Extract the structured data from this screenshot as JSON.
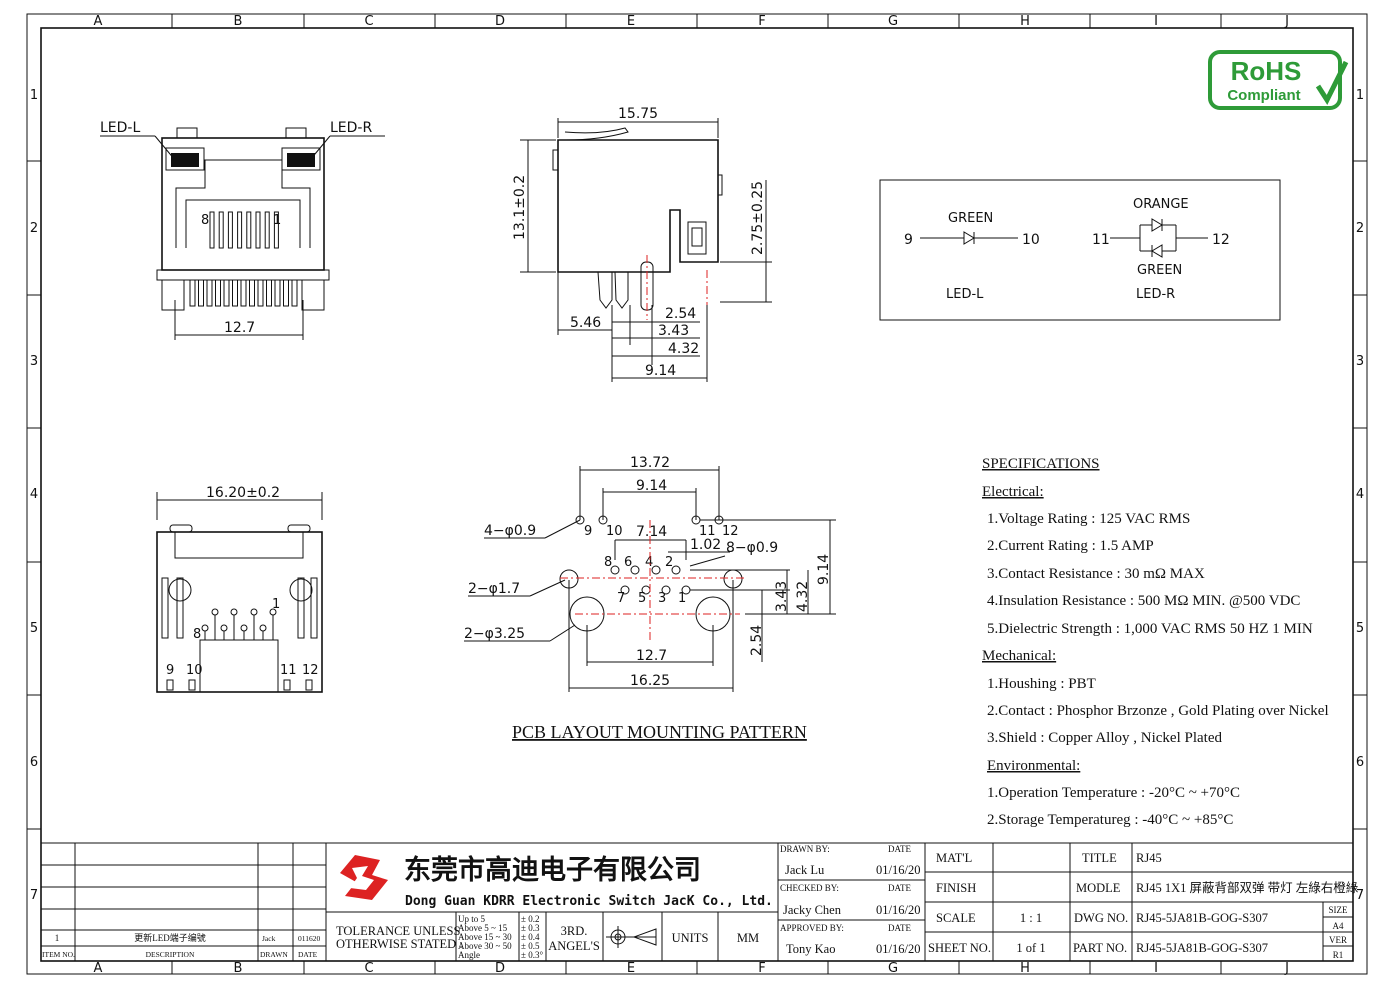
{
  "frame": {
    "col_letters": [
      "A",
      "B",
      "C",
      "D",
      "E",
      "F",
      "G",
      "H",
      "I",
      "J"
    ],
    "row_numbers": [
      "1",
      "2",
      "3",
      "4",
      "5",
      "6",
      "7"
    ]
  },
  "logo": {
    "rohs_top": "RoHS",
    "rohs_bottom": "Compliant"
  },
  "front_view": {
    "led_left": "LED-L",
    "led_right": "LED-R",
    "pin_8": "8",
    "pin_1": "1",
    "width_dim": "12.7"
  },
  "side_view": {
    "top_dim": "15.75",
    "height_dim": "13.1±0.2",
    "offset_dim": "2.75±0.25",
    "dim_546": "5.46",
    "dim_254": "2.54",
    "dim_343": "3.43",
    "dim_432": "4.32",
    "dim_914": "9.14"
  },
  "led_circuit": {
    "left_color": "GREEN",
    "left_pin_a": "9",
    "left_pin_b": "10",
    "left_label": "LED-L",
    "right_color_top": "ORANGE",
    "right_color_bottom": "GREEN",
    "right_pin_a": "11",
    "right_pin_b": "12",
    "right_label": "LED-R"
  },
  "bottom_view": {
    "width_dim": "16.20±0.2",
    "pin_1": "1",
    "pin_8": "8",
    "pin_9": "9",
    "pin_10": "10",
    "pin_11": "11",
    "pin_12": "12"
  },
  "pcb_layout": {
    "dim_1372": "13.72",
    "dim_914_top": "9.14",
    "dim_714": "7.14",
    "dim_102": "1.02",
    "hole_4_label": "4−φ0.9",
    "hole_8_label": "8−φ0.9",
    "hole_17_label": "2−φ1.7",
    "hole_325_label": "2−φ3.25",
    "dim_343": "3.43",
    "dim_432": "4.32",
    "dim_914_side": "9.14",
    "dim_254": "2.54",
    "dim_127": "12.7",
    "dim_1625": "16.25",
    "pins_top": [
      "8",
      "6",
      "4",
      "2"
    ],
    "pins_bottom": [
      "7",
      "5",
      "3",
      "1"
    ],
    "led_pins": [
      "9",
      "10",
      "11",
      "12"
    ],
    "title": "PCB LAYOUT MOUNTING PATTERN"
  },
  "specifications": {
    "heading": "SPECIFICATIONS",
    "electrical": "Electrical:",
    "e1": "1.Voltage Rating : 125 VAC RMS",
    "e2": "2.Current Rating : 1.5 AMP",
    "e3": "3.Contact Resistance : 30 mΩ MAX",
    "e4": "4.Insulation Resistance : 500 MΩ MIN. @500 VDC",
    "e5": "5.Dielectric Strength : 1,000 VAC RMS 50 HZ  1 MIN",
    "mechanical": "Mechanical:",
    "m1": "1.Houshing : PBT",
    "m2": "2.Contact : Phosphor Brzonze , Gold Plating over Nickel",
    "m3": "3.Shield : Copper Alloy , Nickel Plated",
    "environmental": "Environmental:",
    "v1": "1.Operation Temperature : -20°C ~ +70°C",
    "v2": "2.Storage Temperatureg : -40°C ~ +85°C"
  },
  "title_block": {
    "company_cn": "东莞市高迪电子有限公司",
    "company_en": "Dong Guan KDRR  Electronic Switch JacK Co., Ltd.",
    "rev_no": "1",
    "rev_desc": "更新LED端子编號",
    "rev_drawn": "Jack",
    "rev_date": "011620",
    "h_item": "ITEM NO.",
    "h_desc": "DESCRIPTION",
    "h_drawn": "DRAWN",
    "h_date": "DATE",
    "tol_line1": "TOLERANCE UNLESS",
    "tol_line2": "OTHERWISE STATED :",
    "tol_r1": "Up  to 5",
    "tol_r2": "Above 5  ~ 15",
    "tol_r3": "Above 15 ~ 30",
    "tol_r4": "Above 30 ~ 50",
    "tol_r5": "Angle",
    "tol_v1": "± 0.2",
    "tol_v2": "± 0.3",
    "tol_v3": "± 0.4",
    "tol_v4": "± 0.5",
    "tol_v5": "± 0.3°",
    "angle1": "3RD.",
    "angle2": "ANGEL'S",
    "units": "UNITS",
    "mm": "MM",
    "drawn_by": "DRAWN BY:",
    "drawn_name": "Jack  Lu",
    "checked_by": "CHECKED BY:",
    "checked_name": "Jacky Chen",
    "approved_by": "APPROVED BY:",
    "approved_name": "Tony Kao",
    "date_h": "DATE",
    "date1": "01/16/20",
    "date2": "01/16/20",
    "date3": "01/16/20",
    "matl": "MAT'L",
    "finish": "FINISH",
    "scale": "SCALE",
    "scale_val": "1 : 1",
    "sheet": "SHEET NO.",
    "sheet_val": "1 of 1",
    "title_h": "TITLE",
    "title_val": "RJ45",
    "model_h": "MODLE",
    "model_val": "RJ45 1X1 屏蔽背部双弹 带灯 左綠右橙綠",
    "dwg_h": "DWG NO.",
    "dwg_val": "RJ45-5JA81B-GOG-S307",
    "part_h": "PART NO.",
    "part_val": "RJ45-5JA81B-GOG-S307",
    "size_h": "SIZE",
    "size_val": "A4",
    "ver_h": "VER",
    "ver_val": "R1"
  }
}
